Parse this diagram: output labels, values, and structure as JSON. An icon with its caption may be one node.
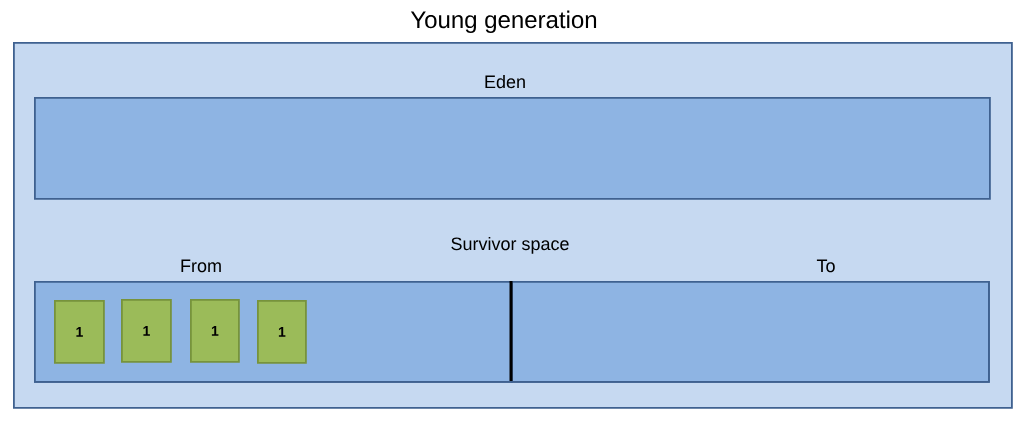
{
  "diagram": {
    "nodes": [
      {
        "text": [
          "Young generation"
        ]
      },
      {
        "text": [
          "Eden"
        ],
        "in": 0
      },
      {
        "text": [
          "Survivor space"
        ],
        "in": 0
      },
      {
        "text": [
          "From"
        ],
        "in": 2
      },
      {
        "text": [
          "To"
        ],
        "in": 2
      },
      {
        "text": [
          "1"
        ],
        "in": 3
      },
      {
        "text": [
          "1"
        ],
        "in": 3
      },
      {
        "text": [
          "1"
        ],
        "in": 3
      },
      {
        "text": [
          "1"
        ],
        "in": 3
      }
    ]
  }
}
